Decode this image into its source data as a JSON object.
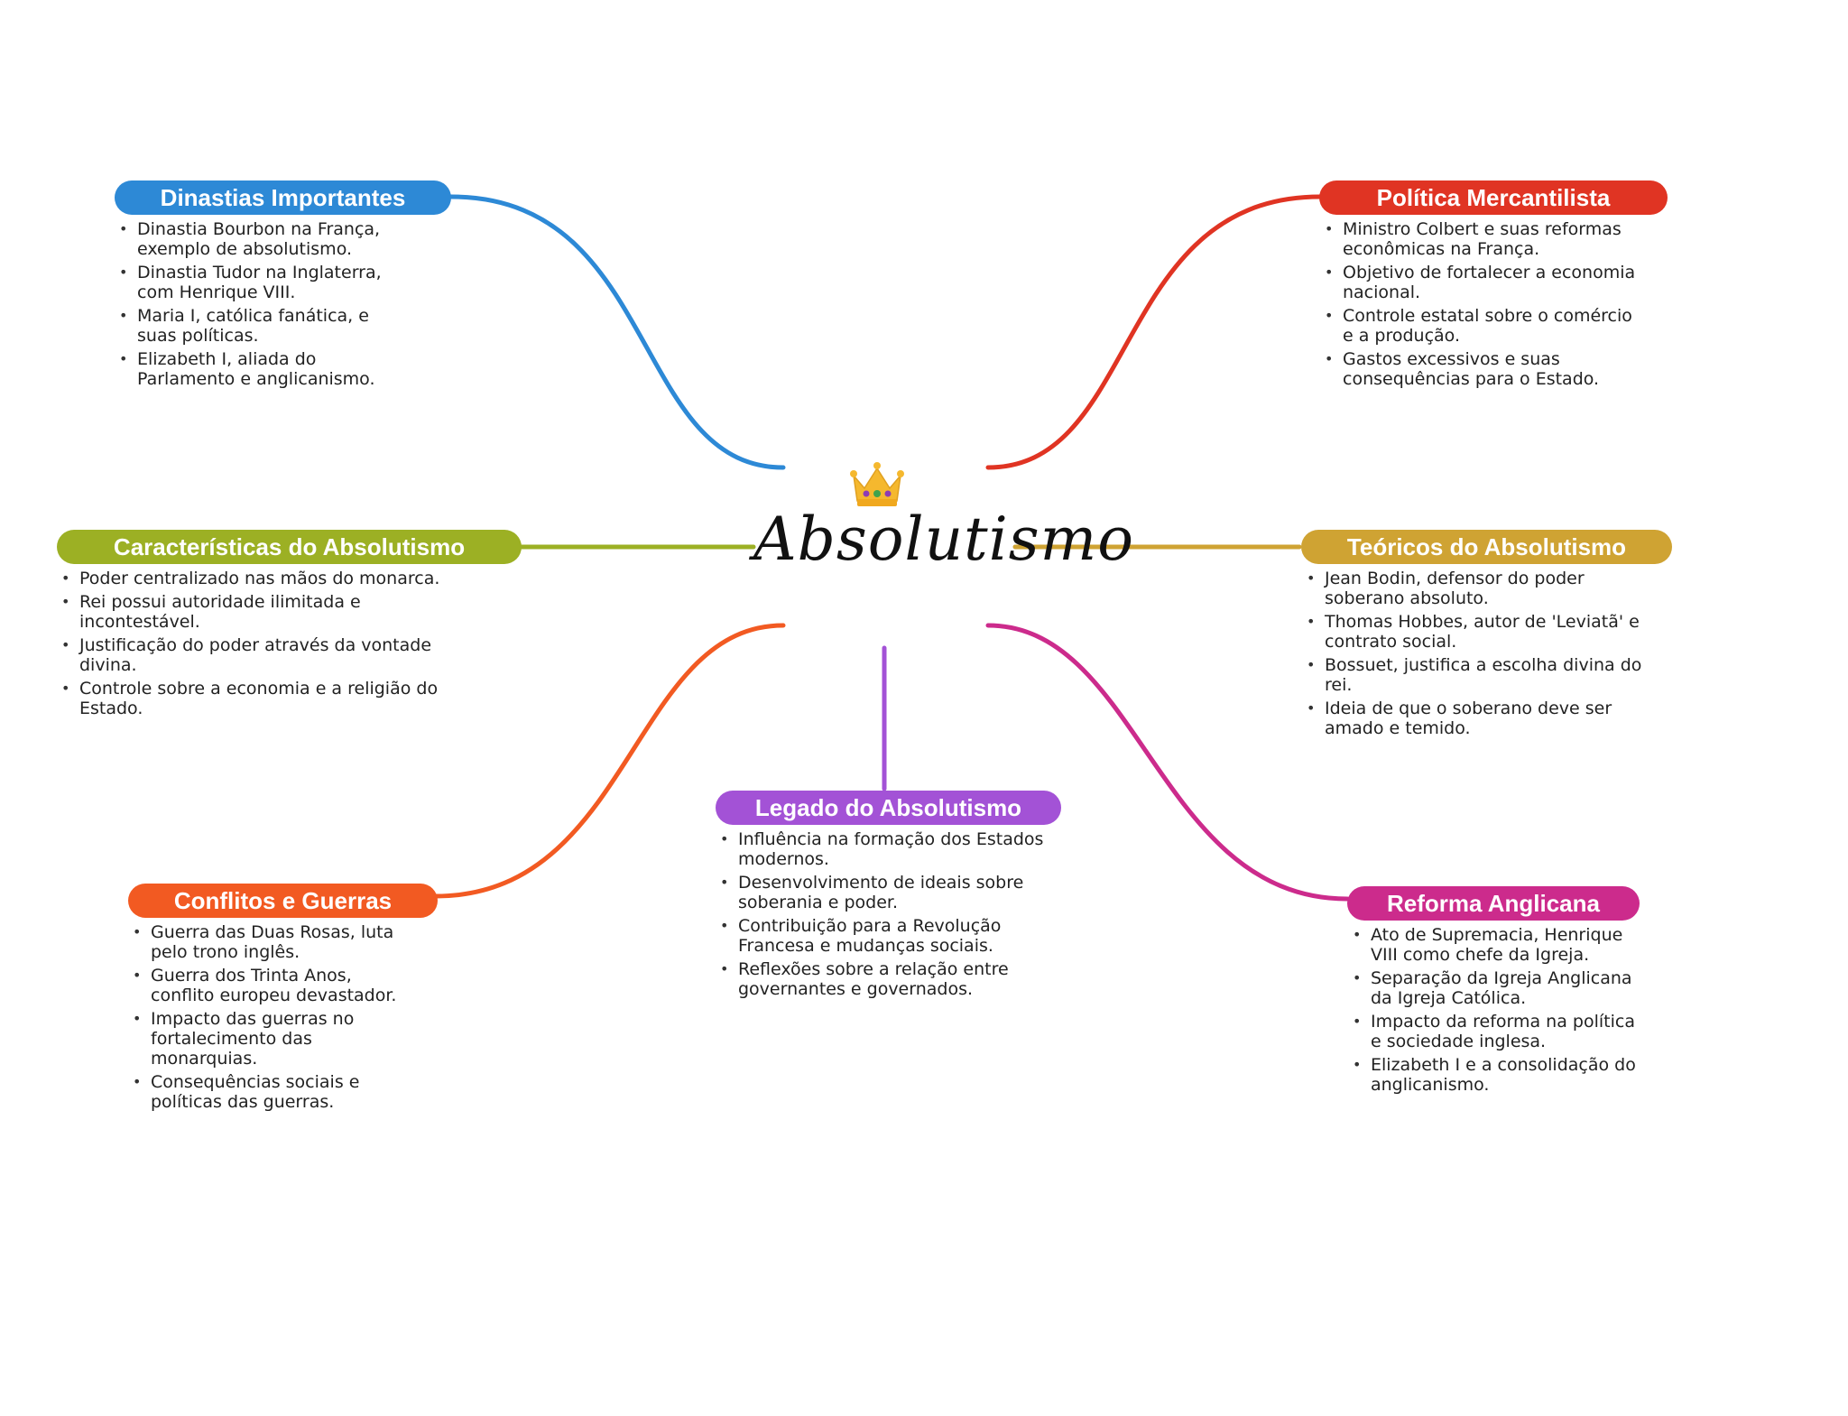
{
  "center": {
    "title": "Absolutismo",
    "icon": "crown-icon"
  },
  "branches": [
    {
      "id": "dinastias",
      "title": "Dinastias Importantes",
      "color": "#2d89d6",
      "items": [
        "Dinastia Bourbon na França, exemplo de absolutismo.",
        "Dinastia Tudor na Inglaterra, com Henrique VIII.",
        "Maria I, católica fanática, e suas políticas.",
        "Elizabeth I, aliada do Parlamento e anglicanismo."
      ]
    },
    {
      "id": "caracteristicas",
      "title": "Características do Absolutismo",
      "color": "#9cb024",
      "items": [
        "Poder centralizado nas mãos do monarca.",
        "Rei possui autoridade ilimitada e incontestável.",
        "Justificação do poder através da vontade divina.",
        "Controle sobre a economia e a religião do Estado."
      ]
    },
    {
      "id": "conflitos",
      "title": "Conflitos e Guerras",
      "color": "#f25a22",
      "items": [
        "Guerra das Duas Rosas, luta pelo trono inglês.",
        "Guerra dos Trinta Anos, conflito europeu devastador.",
        "Impacto das guerras no fortalecimento das monarquias.",
        "Consequências sociais e políticas das guerras."
      ]
    },
    {
      "id": "legado",
      "title": "Legado do Absolutismo",
      "color": "#a352d6",
      "items": [
        "Influência na formação dos Estados modernos.",
        "Desenvolvimento de ideais sobre soberania e poder.",
        "Contribuição para a Revolução Francesa e mudanças sociais.",
        "Reflexões sobre a relação entre governantes e governados."
      ]
    },
    {
      "id": "mercantilista",
      "title": "Política Mercantilista",
      "color": "#e03423",
      "items": [
        "Ministro Colbert e suas reformas econômicas na França.",
        "Objetivo de fortalecer a economia nacional.",
        "Controle estatal sobre o comércio e a produção.",
        "Gastos excessivos e suas consequências para o Estado."
      ]
    },
    {
      "id": "teoricos",
      "title": "Teóricos do Absolutismo",
      "color": "#cfa333",
      "items": [
        "Jean Bodin, defensor do poder soberano absoluto.",
        "Thomas Hobbes, autor de 'Leviatã' e contrato social.",
        "Bossuet, justifica a escolha divina do rei.",
        "Ideia de que o soberano deve ser amado e temido."
      ]
    },
    {
      "id": "reforma",
      "title": "Reforma Anglicana",
      "color": "#cc2b8c",
      "items": [
        "Ato de Supremacia, Henrique VIII como chefe da Igreja.",
        "Separação da Igreja Anglicana da Igreja Católica.",
        "Impacto da reforma na política e sociedade inglesa.",
        "Elizabeth I e a consolidação do anglicanismo."
      ]
    }
  ]
}
